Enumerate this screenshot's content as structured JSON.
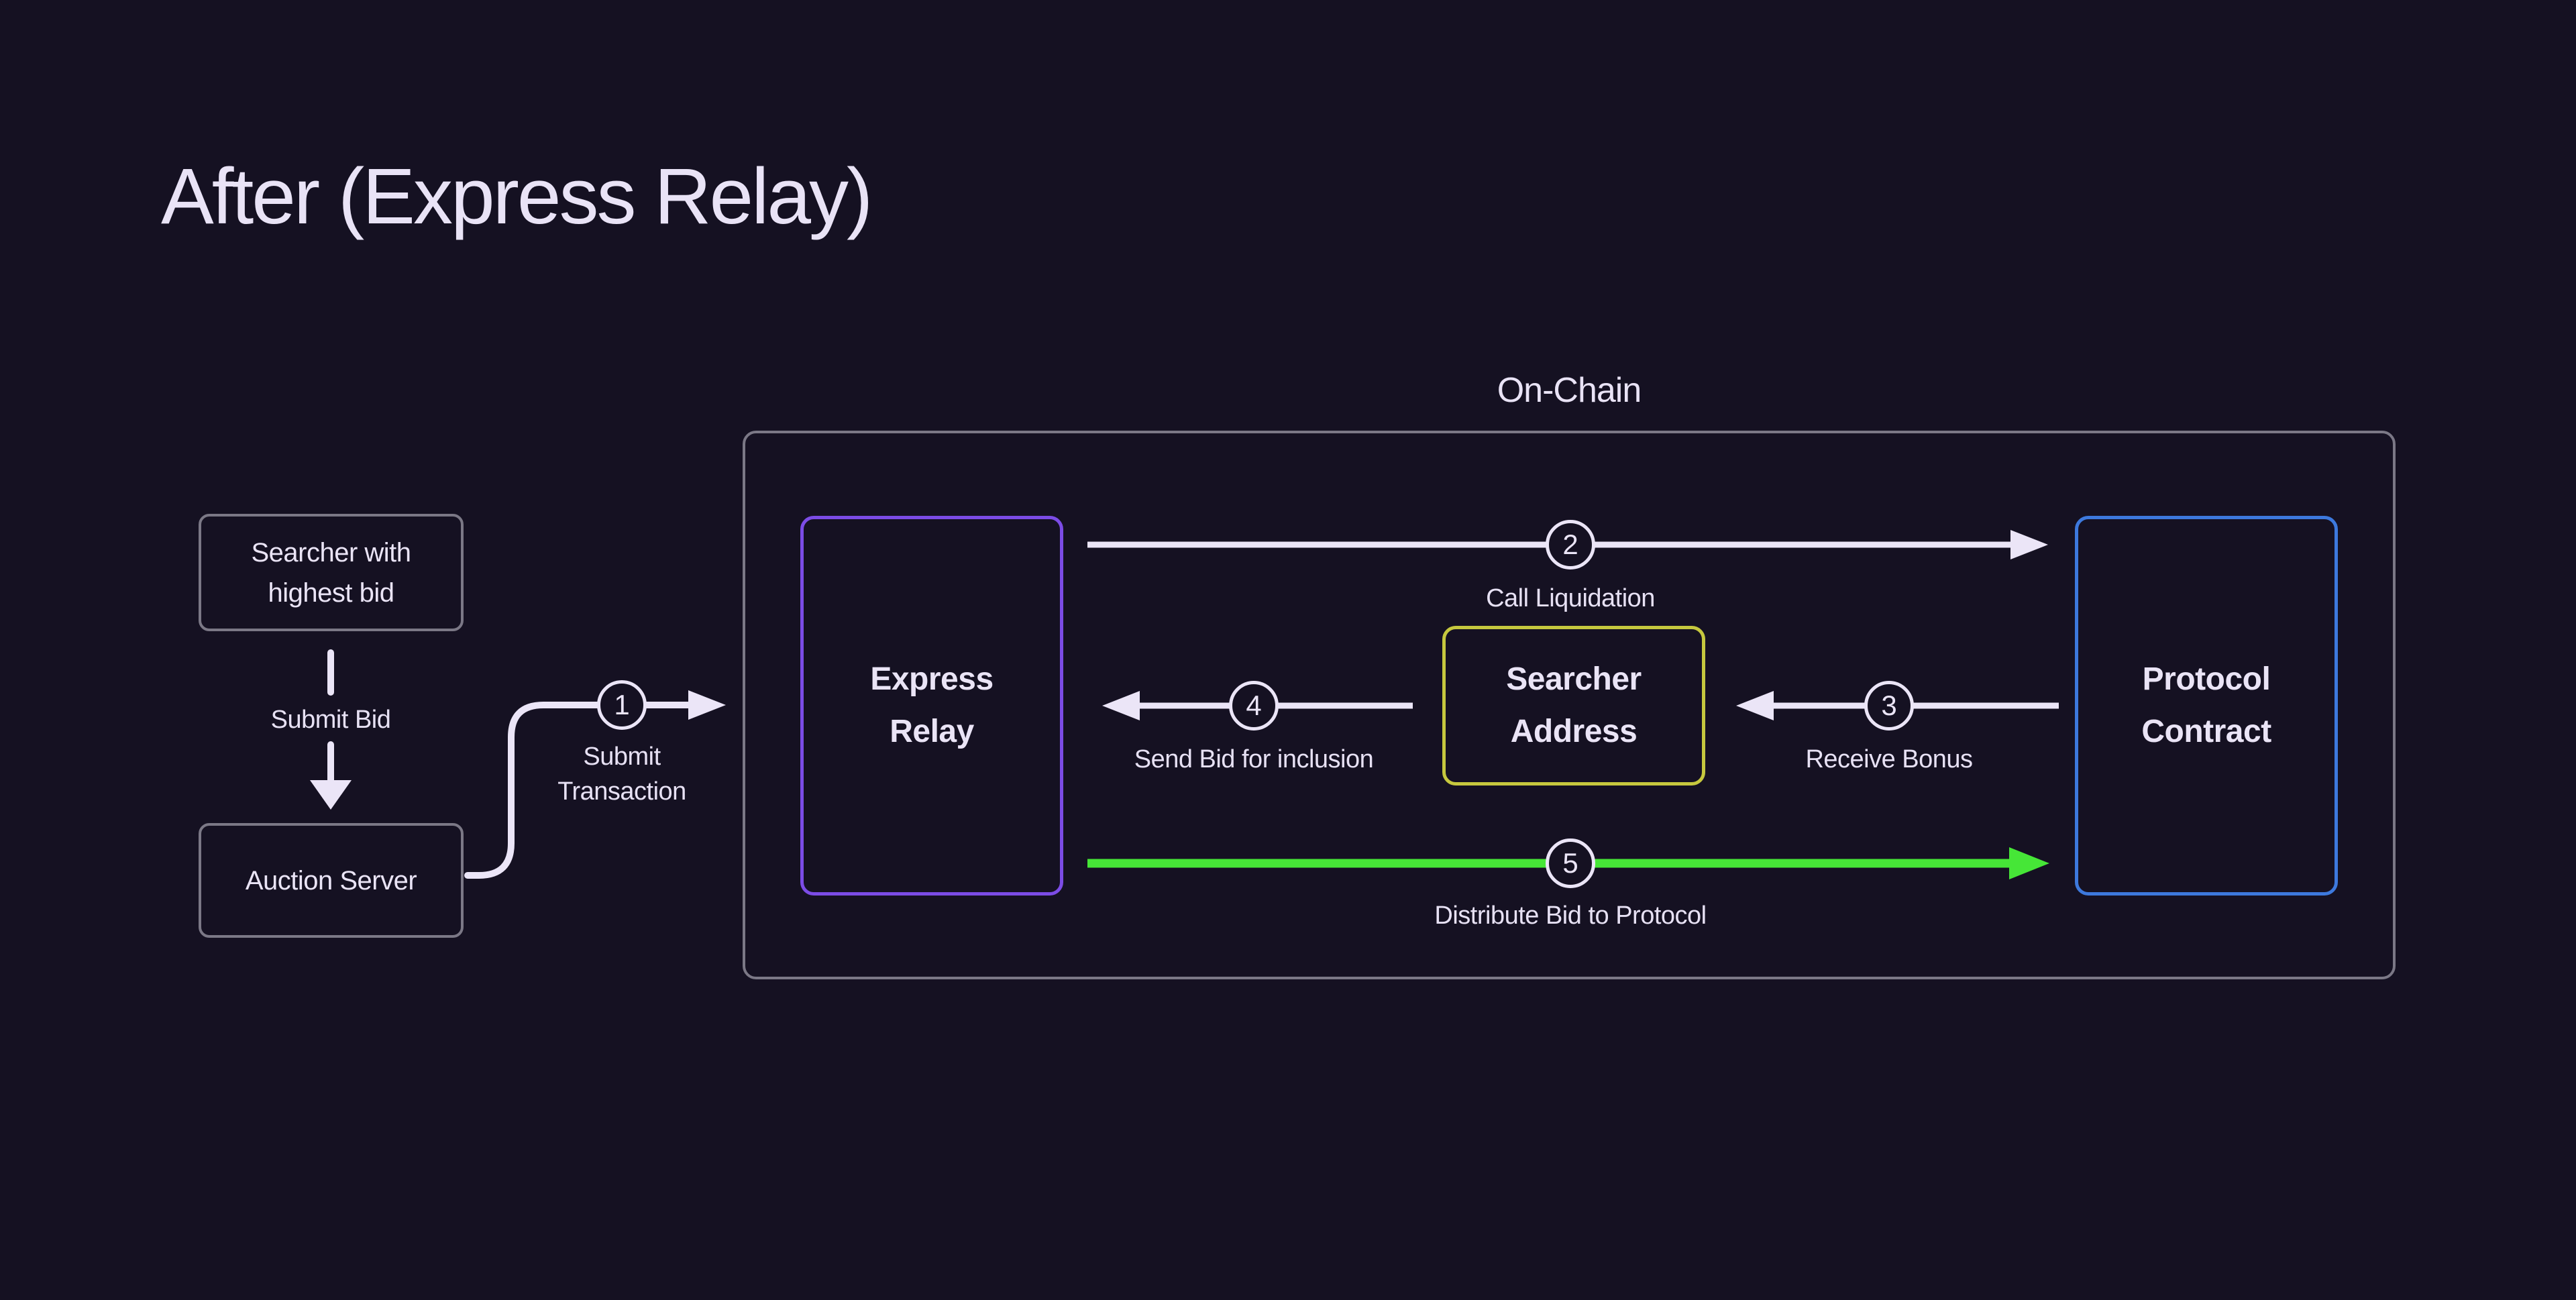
{
  "title": "After (Express Relay)",
  "colors": {
    "background": "#151122",
    "text": "#eae4f6",
    "neutral_border": "#7b7886",
    "arrow": "#ebe5f7",
    "purple": "#7c4ce6",
    "yellow": "#c6c83e",
    "blue": "#3d79dd",
    "green": "#46e637"
  },
  "on_chain": {
    "label": "On-Chain"
  },
  "nodes": {
    "searcher_bid": {
      "label": "Searcher with highest bid"
    },
    "auction_server": {
      "label": "Auction Server"
    },
    "express_relay": {
      "label": "Express Relay"
    },
    "searcher_address": {
      "label": "Searcher Address"
    },
    "protocol_contract": {
      "label": "Protocol Contract"
    }
  },
  "steps": {
    "submit_bid": {
      "label": "Submit Bid"
    },
    "s1": {
      "number": "1",
      "label": "Submit Transaction"
    },
    "s2": {
      "number": "2",
      "label": "Call Liquidation"
    },
    "s3": {
      "number": "3",
      "label": "Receive Bonus"
    },
    "s4": {
      "number": "4",
      "label": "Send Bid for inclusion"
    },
    "s5": {
      "number": "5",
      "label": "Distribute Bid to Protocol"
    }
  }
}
